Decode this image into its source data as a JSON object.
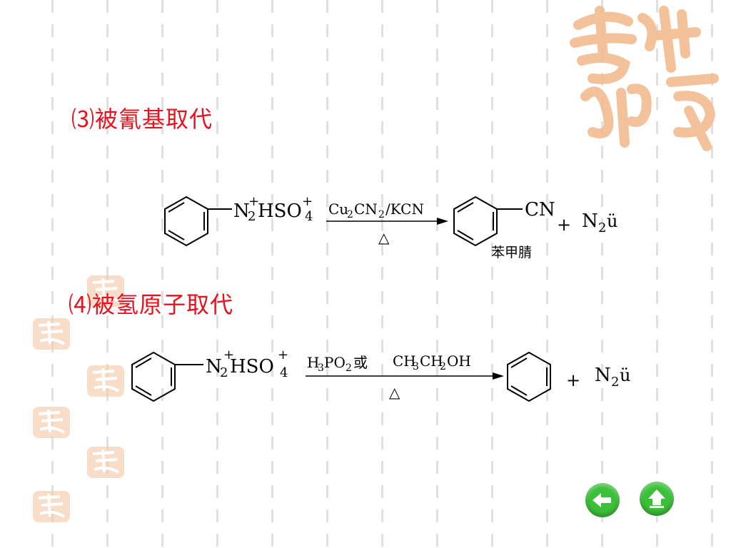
{
  "section3": {
    "heading": "⑶被氰基取代",
    "reactant_group": "N",
    "reactant_sub2": "2",
    "reactant_plus1": "+",
    "reactant_hso": "HSO",
    "reactant_sub4": "4",
    "reactant_plus2": "+",
    "reagent_cu": "Cu",
    "reagent_sub2a": "2",
    "reagent_cn": "CN",
    "reagent_sub2b": "2",
    "reagent_kcn": "/KCN",
    "condition": "△",
    "product_group": "CN",
    "product_name": "苯甲腈",
    "plus": "+",
    "byproduct_n": "N",
    "byproduct_sub": "2",
    "byproduct_rest": "ü"
  },
  "section4": {
    "heading": "⑷被氢原子取代",
    "reactant_group": "N",
    "reactant_sub2": "2",
    "reactant_plus1": "+",
    "reactant_hso": "HSO",
    "reactant_sub4": "4",
    "reactant_plus2": "+",
    "reagent_h": "H",
    "reagent_sub3": "3",
    "reagent_po": "PO",
    "reagent_sub2": "2",
    "reagent_or": " 或 ",
    "reagent_ch3": "CH",
    "reagent_sub3b": "3",
    "reagent_ch2": "CH",
    "reagent_sub2b": "2",
    "reagent_oh": "OH",
    "condition": "△",
    "plus": "+",
    "byproduct_n": "N",
    "byproduct_sub": "2",
    "byproduct_rest": "ü"
  },
  "nav": {
    "back_icon": "arrow-left-icon",
    "home_icon": "arrow-up-icon"
  },
  "colors": {
    "heading": "#e8121e",
    "nav": "#3cbf39",
    "logo": "#f2b88a"
  }
}
